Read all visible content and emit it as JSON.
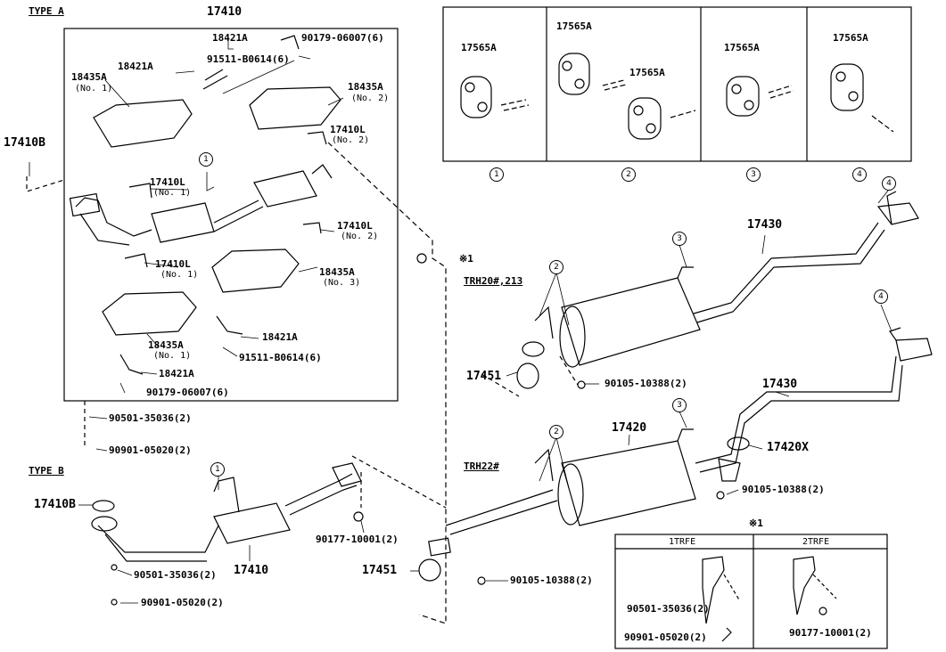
{
  "sections": {
    "type_a": "TYPE A",
    "type_b": "TYPE B",
    "trh20": "TRH20#,213",
    "trh22": "TRH22#"
  },
  "parts": {
    "p17410_a": "17410",
    "p17410_b": "17410",
    "p17410B_a": "17410B",
    "p17410B_b": "17410B",
    "p18421A_1": "18421A",
    "p18421A_2": "18421A",
    "p18421A_3": "18421A",
    "p18421A_4": "18421A",
    "p90179_1": "90179-06007(6)",
    "p90179_2": "90179-06007(6)",
    "p91511_1": "91511-B0614(6)",
    "p91511_2": "91511-B0614(6)",
    "p18435A_1": "18435A",
    "p18435A_1n": "(No. 1)",
    "p18435A_2": "18435A",
    "p18435A_2n": "(No. 2)",
    "p18435A_3": "18435A",
    "p18435A_3n": "(No. 3)",
    "p18435A_4": "18435A",
    "p18435A_4n": "(No. 1)",
    "p17410L_1": "17410L",
    "p17410L_1n": "(No. 2)",
    "p17410L_2": "17410L",
    "p17410L_2n": "(No. 1)",
    "p17410L_3": "17410L",
    "p17410L_3n": "(No. 2)",
    "p17410L_4": "17410L",
    "p17410L_4n": "(No. 1)",
    "p90501_a": "90501-35036(2)",
    "p90901_a": "90901-05020(2)",
    "p90177_b": "90177-10001(2)",
    "p90501_b": "90501-35036(2)",
    "p90901_b": "90901-05020(2)",
    "p17565A_1": "17565A",
    "p17565A_2": "17565A",
    "p17565A_3": "17565A",
    "p17565A_4": "17565A",
    "p17565A_5": "17565A",
    "p17430_1": "17430",
    "p17430_2": "17430",
    "p17451_1": "17451",
    "p17451_2": "17451",
    "p90105_1": "90105-10388(2)",
    "p90105_2": "90105-10388(2)",
    "p90105_3": "90105-10388(2)",
    "p17420": "17420",
    "p17420X": "17420X",
    "ref1": "※1",
    "ref1b": "※1"
  },
  "callouts": [
    "1",
    "2",
    "3",
    "4"
  ],
  "inset": {
    "col1": "1TRFE",
    "col2": "2TRFE",
    "p90501": "90501-35036(2)",
    "p90901": "90901-05020(2)",
    "p90177": "90177-10001(2)"
  }
}
